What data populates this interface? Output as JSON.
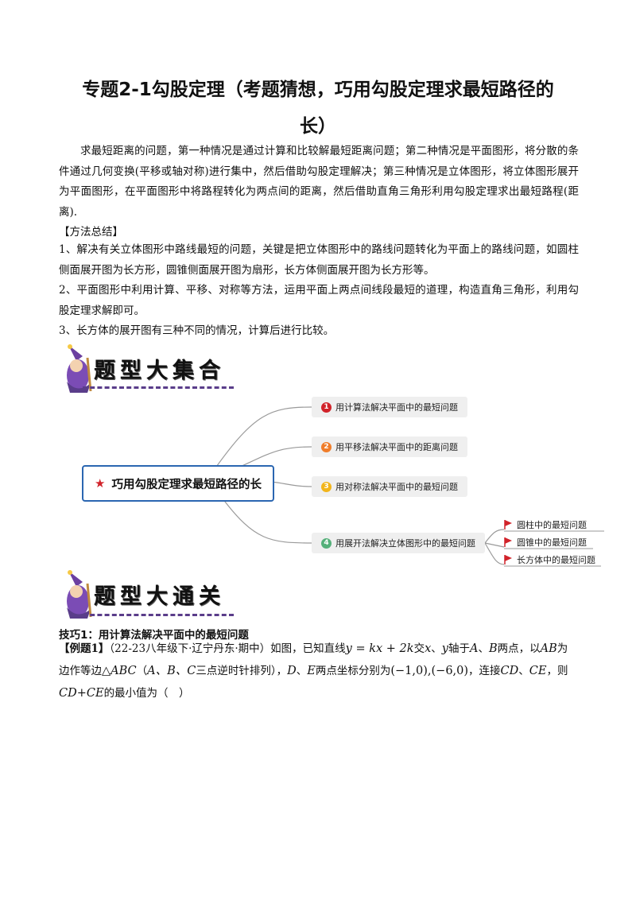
{
  "title": {
    "line1": "专题2-1勾股定理（考题猜想，巧用勾股定理求最短路径的",
    "line2": "长）"
  },
  "intro": "求最短距离的问题，第一种情况是通过计算和比较解最短距离问题；第二种情况是平面图形，将分散的条件通过几何变换(平移或轴对称)进行集中，然后借助勾股定理解决；第三种情况是立体图形，将立体图形展开为平面图形，在平面图形中将路程转化为两点间的距离，然后借助直角三角形利用勾股定理求出最短路程(距离).",
  "method": {
    "heading": "【方法总结】",
    "items": [
      "1、解决有关立体图形中路线最短的问题，关键是把立体图形中的路线问题转化为平面上的路线问题，如圆柱侧面展开图为长方形，圆锥侧面展开图为扇形，长方体侧面展开图为长方形等。",
      "2、平面图形中利用计算、平移、对称等方法，运用平面上两点间线段最短的道理，构造直角三角形，利用勾股定理求解即可。",
      "3、长方体的展开图有三种不同的情况，计算后进行比较。"
    ]
  },
  "banners": {
    "collection": "题型大集合",
    "pass": "题型大通关"
  },
  "mindmap": {
    "center": "巧用勾股定理求最短路径的长",
    "center_star": "★",
    "branches": [
      {
        "num": "1",
        "label": "用计算法解决平面中的最短问题",
        "color": "#d1232a"
      },
      {
        "num": "2",
        "label": "用平移法解决平面中的距离问题",
        "color": "#f07d2a"
      },
      {
        "num": "3",
        "label": "用对称法解决平面中的最短问题",
        "color": "#f2b51b"
      },
      {
        "num": "4",
        "label": "用展开法解决立体图形中的最短问题",
        "color": "#55b07a"
      }
    ],
    "sub_branches": [
      "圆柱中的最短问题",
      "圆锥中的最短问题",
      "长方体中的最短问题"
    ],
    "flag_color": "#d1232a"
  },
  "skill": "技巧1：用计算法解决平面中的最短问题",
  "example": {
    "tag": "【例题1】",
    "source": "（22-23八年级下·辽宁丹东·期中）如图，已知直线",
    "line_eq": "y = kx + 2k",
    "text1": "交",
    "x": "x",
    "sep": "、",
    "y": "y",
    "text2": "轴于",
    "A": "A",
    "B": "B",
    "text3": "两点，以",
    "AB": "AB",
    "text4": "为",
    "line2_a": "边作等边",
    "triangle": "△ABC",
    "line2_b": "（",
    "line2_c": "A、B、C",
    "line2_d": "三点逆时针排列），",
    "D": "D",
    "E": "E",
    "line2_e": "两点坐标分别为",
    "coords": "(−1,0),(−6,0)",
    "line2_f": "，连接",
    "CD": "CD",
    "CE": "CE",
    "line2_g": "，则",
    "sum": "CD+CE",
    "line3_a": "的最小值为（　）"
  }
}
